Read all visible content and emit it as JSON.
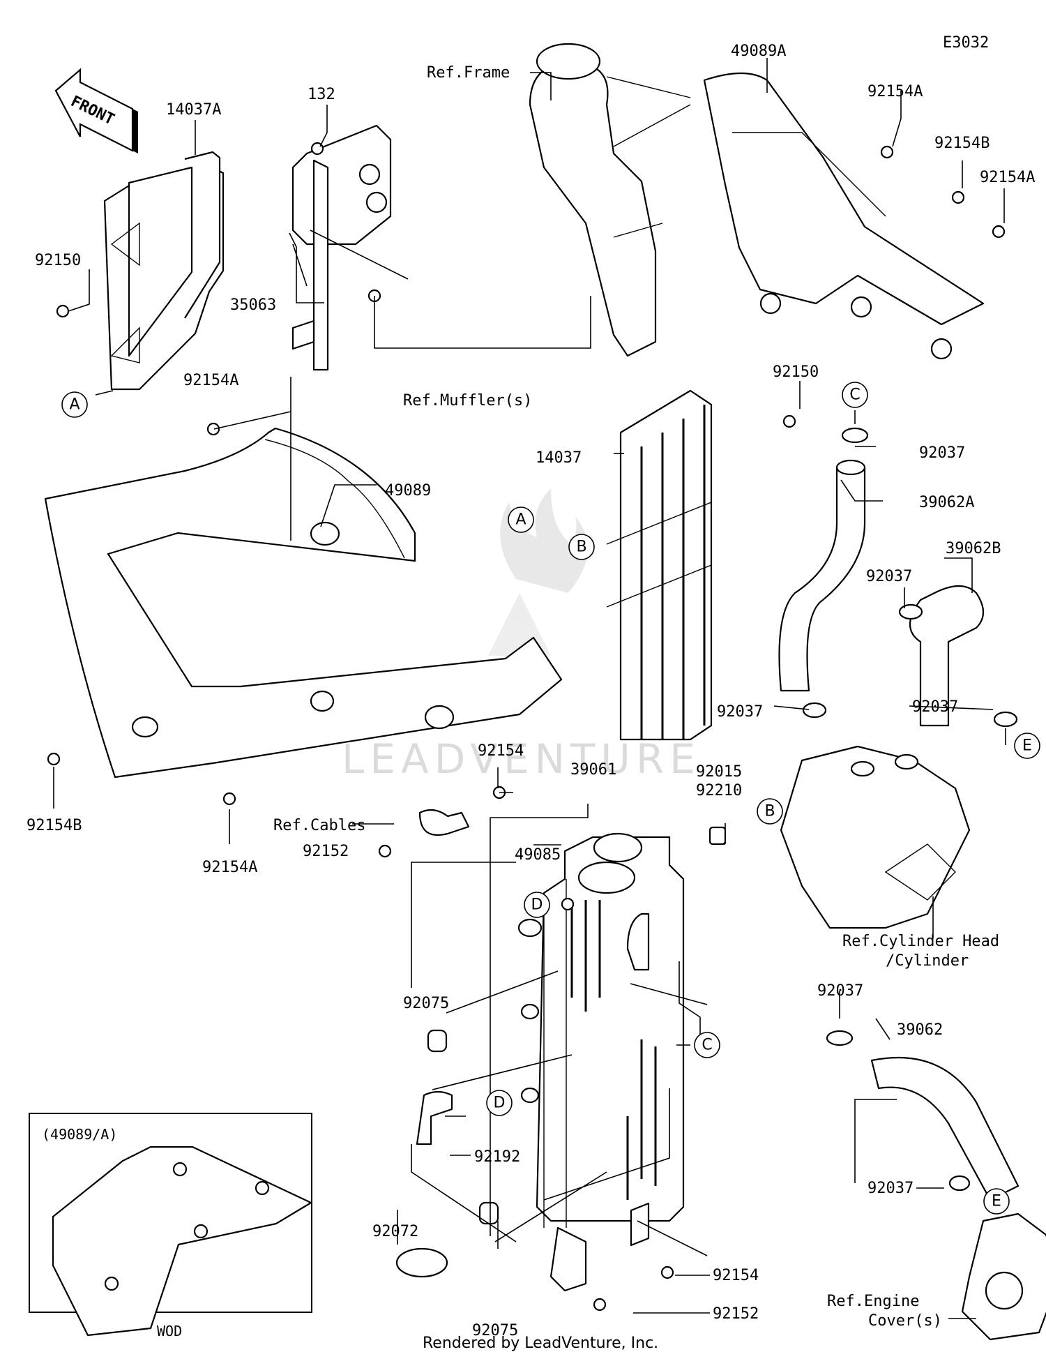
{
  "diagram_code": "E3032",
  "front_label": "FRONT",
  "footer": "Rendered by LeadVenture, Inc.",
  "watermark": "LEADVENTURE",
  "inset": {
    "title": "(49089/A)",
    "caption": "WOD"
  },
  "callouts": {
    "A": "A",
    "B": "B",
    "C": "C",
    "D": "D",
    "E": "E"
  },
  "labels": {
    "p14037A": "14037A",
    "p92150_left": "92150",
    "p132": "132",
    "p35063": "35063",
    "ref_frame": "Ref.Frame",
    "ref_mufflers": "Ref.Muffler(s)",
    "p49089A": "49089A",
    "p92154A_top": "92154A",
    "p92154B_top": "92154B",
    "p92154A_right": "92154A",
    "p92154A_mid": "92154A",
    "p49089": "49089",
    "p92154B_left": "92154B",
    "p92154A_low": "92154A",
    "p14037": "14037",
    "p92150_mid": "92150",
    "p92037_top": "92037",
    "p39062A": "39062A",
    "p39062B": "39062B",
    "p92037_mid": "92037",
    "p92037_left": "92037",
    "p92037_right": "92037",
    "p92154_upper": "92154",
    "p39061": "39061",
    "p92015": "92015",
    "p92210": "92210",
    "ref_cables": "Ref.Cables",
    "p92152_upper": "92152",
    "p49085": "49085",
    "ref_cyl_1": "Ref.Cylinder Head",
    "ref_cyl_2": "/Cylinder",
    "p92075_upper": "92075",
    "p92037_lower": "92037",
    "p39062": "39062",
    "p92192": "92192",
    "p92072": "92072",
    "p92075_lower": "92075",
    "p92154_lower": "92154",
    "p92152_lower": "92152",
    "p92037_bottom": "92037",
    "ref_engine_1": "Ref.Engine",
    "ref_engine_2": "Cover(s)"
  }
}
